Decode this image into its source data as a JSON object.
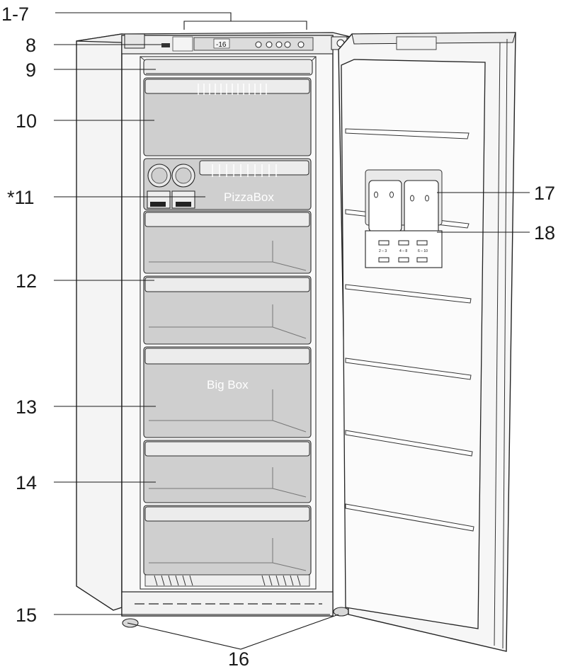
{
  "callouts": {
    "c1_7": "1-7",
    "c8": "8",
    "c9": "9",
    "c10": "10",
    "c11": "*11",
    "c12": "12",
    "c13": "13",
    "c14": "14",
    "c15": "15",
    "c16": "16",
    "c17": "17",
    "c18": "18"
  },
  "display": {
    "temperature": "-16"
  },
  "drawers": {
    "pizza_box": "PizzaBox",
    "big_box": "Big Box"
  },
  "tray_legend": {
    "col1_range": "2 – 3",
    "col2_range": "4 – 8",
    "col3_range": "6 – 10"
  },
  "colors": {
    "line": "#1a1a1a",
    "drawer_fill": "#cfcfcf",
    "cabinet_fill": "#f7f7f7",
    "background": "#ffffff"
  }
}
